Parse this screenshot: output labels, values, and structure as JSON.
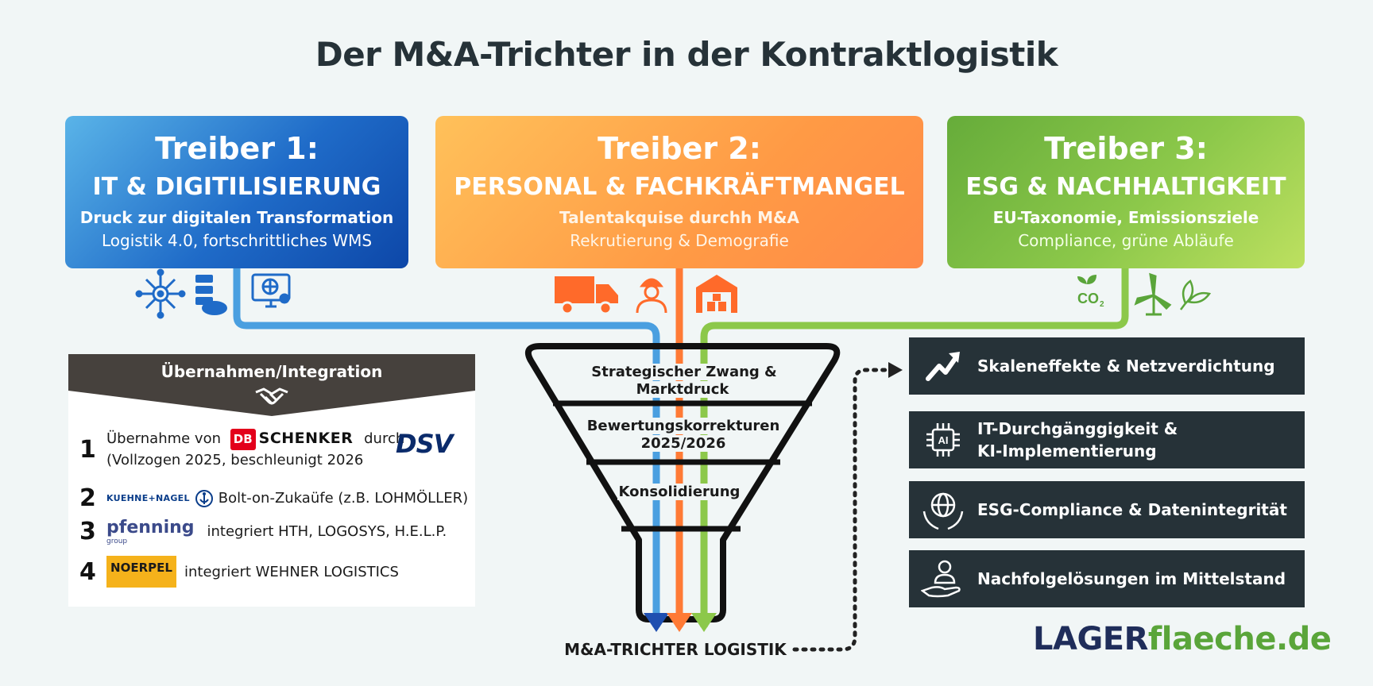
{
  "title": "Der M&A-Trichter in der Kontraktlogistik",
  "colors": {
    "it_blue": "#1f6bc8",
    "personal_orange": "#ff7a35",
    "esg_green": "#8cc84a",
    "dark_panel": "#263238",
    "acq_header": "#46413d"
  },
  "drivers": [
    {
      "heading": "Treiber 1:",
      "topic": "IT & DIGITILISIERUNG",
      "line1": "Druck zur digitalen Transformation",
      "line2": "Logistik 4.0, fortschrittliches WMS",
      "icons": [
        "network-hub-icon",
        "server-cloud-icon",
        "monitor-globe-icon"
      ]
    },
    {
      "heading": "Treiber 2:",
      "topic": "PERSONAL & FACHKRÄFTMANGEL",
      "line1": "Talentakquise durchh M&A",
      "line2": "Rekrutierung & Demografie",
      "icons": [
        "truck-icon",
        "worker-icon",
        "warehouse-icon"
      ]
    },
    {
      "heading": "Treiber 3:",
      "topic": "ESG & NACHHALTIGKEIT",
      "line1": "EU-Taxonomie, Emissionsziele",
      "line2": "Compliance, grüne Abläufe",
      "icons": [
        "co2-icon",
        "wind-turbine-icon",
        "leaf-icon"
      ],
      "co2_label": "CO",
      "co2_sub": "2"
    }
  ],
  "funnel": {
    "stages": [
      "Strategischer Zwang & Marktdruck",
      "Bewertungskorrekturen",
      "2025/2026",
      "Konsolidierung"
    ],
    "bottom_label": "M&A-TRICHTER LOGISTIK"
  },
  "acquisitions": {
    "title": "Übernahmen/Integration",
    "items": [
      {
        "number": "1",
        "prefix": "Übernahme von",
        "logo_db": "DB",
        "logo_schenker": "SCHENKER",
        "middle": "durch",
        "logo_dsv": "DSV",
        "detail": "(Vollzogen 2025,  beschleunigt 2026"
      },
      {
        "number": "2",
        "logo": "KUEHNE+NAGEL",
        "text": "Bolt-on-Zukaüfe (z.B. LOHMÖLLER)"
      },
      {
        "number": "3",
        "logo": "pfenning",
        "logo_sub": "group",
        "text": "integriert HTH, LOGOSYS, H.E.L.P."
      },
      {
        "number": "4",
        "logo": "NOERPEL",
        "text": "integriert WEHNER LOGISTICS"
      }
    ]
  },
  "effects": [
    {
      "label": "Skaleneffekte & Netzverdichtung",
      "icon": "trend-up-icon"
    },
    {
      "label_line1": "IT-Durchgänggigkeit &",
      "label_line2": "KI-Implementierung",
      "icon": "ai-chip-icon",
      "icon_text": "AI"
    },
    {
      "label": "ESG-Compliance & Datenintegrität",
      "icon": "globe-hands-icon"
    },
    {
      "label": "Nachfolgelösungen im Mittelstand",
      "icon": "person-hand-icon"
    }
  ],
  "brand": {
    "part1": "LAGER",
    "part2": "flaeche.de"
  }
}
